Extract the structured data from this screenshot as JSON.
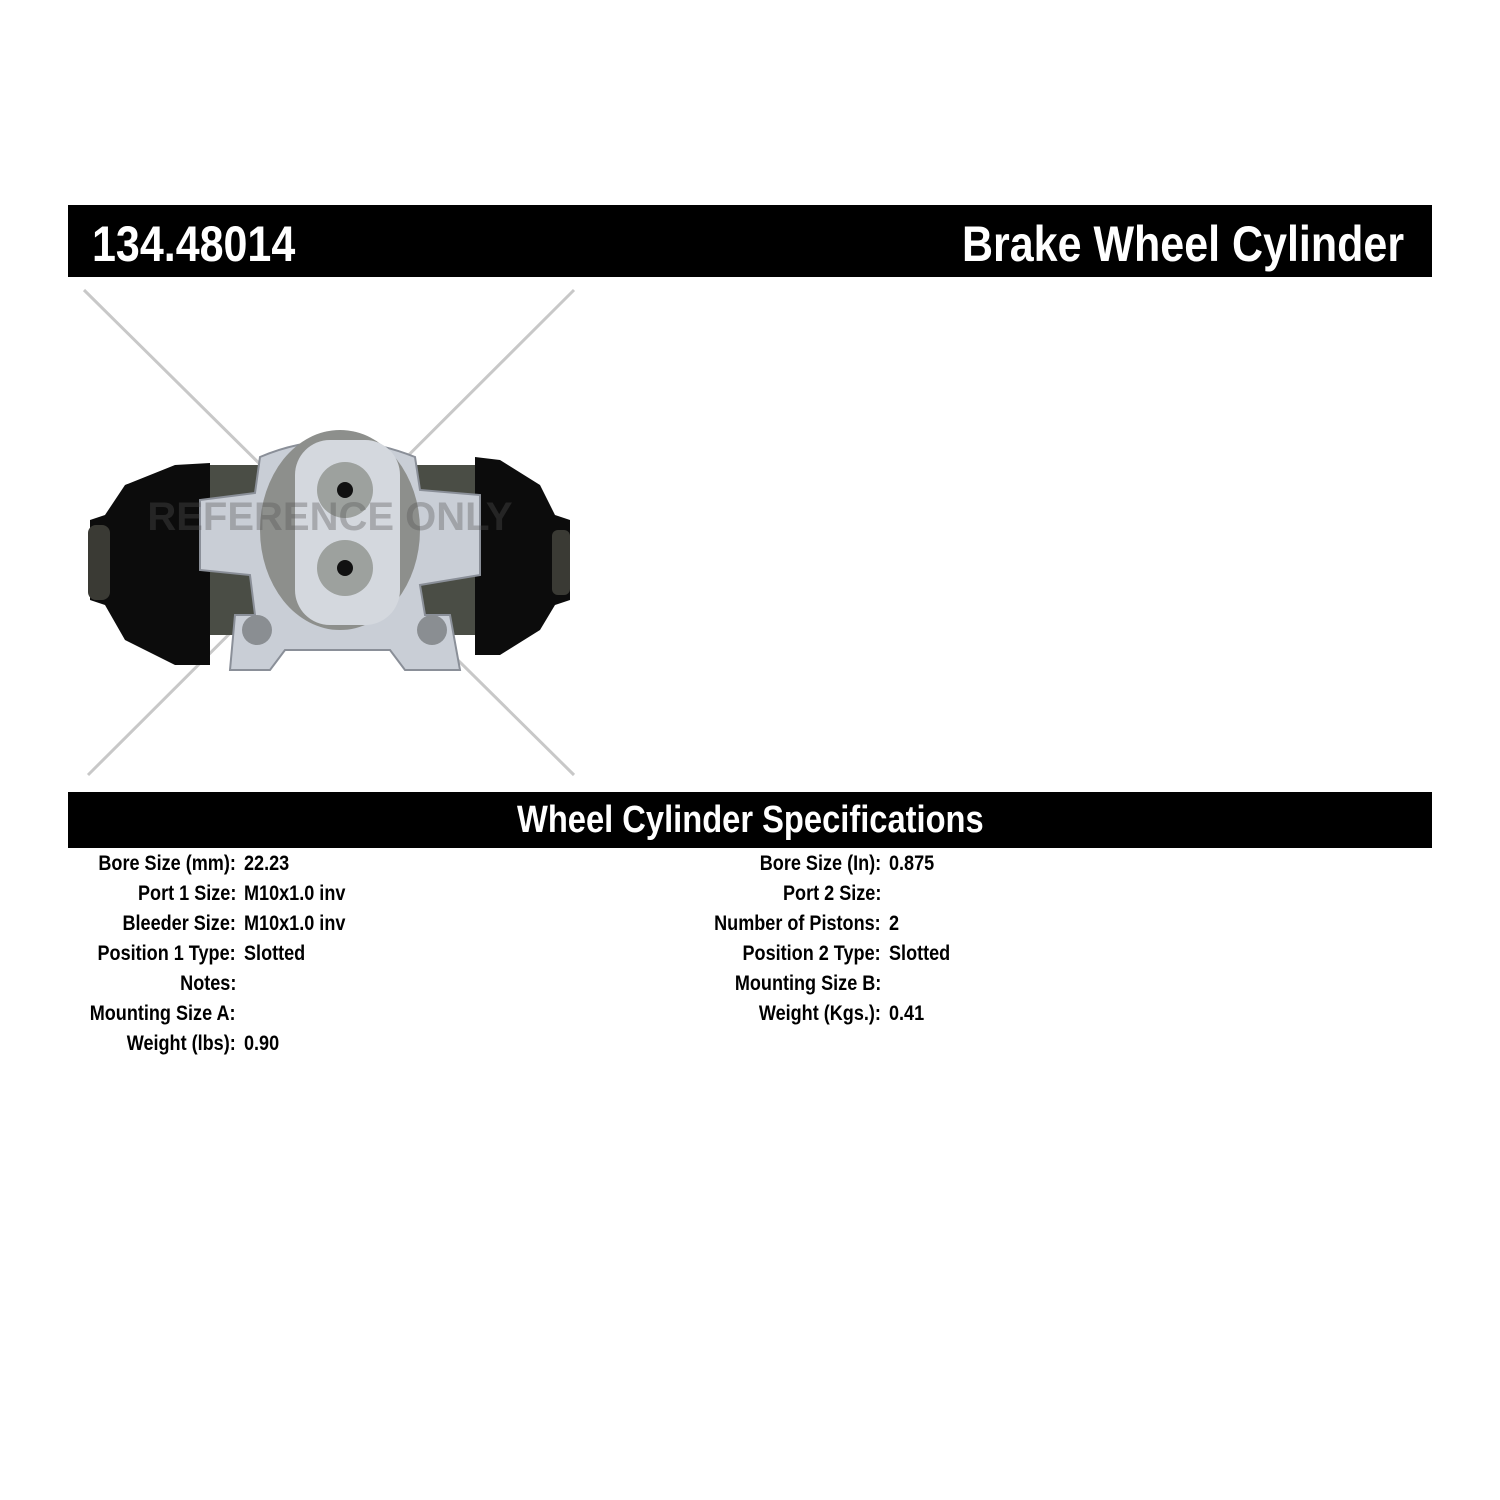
{
  "header": {
    "part_number": "134.48014",
    "title": "Brake Wheel Cylinder"
  },
  "image": {
    "watermark": "REFERENCE ONLY"
  },
  "specs": {
    "title": "Wheel Cylinder Specifications",
    "left": [
      {
        "label": "Bore Size (mm):",
        "value": "22.23"
      },
      {
        "label": "Port 1 Size:",
        "value": "M10x1.0 inv"
      },
      {
        "label": "Bleeder Size:",
        "value": "M10x1.0 inv"
      },
      {
        "label": "Position 1 Type:",
        "value": "Slotted"
      },
      {
        "label": "Notes:",
        "value": ""
      },
      {
        "label": "Mounting Size A:",
        "value": ""
      },
      {
        "label": "Weight (lbs):",
        "value": "0.90"
      }
    ],
    "right": [
      {
        "label": "Bore Size (In):",
        "value": "0.875"
      },
      {
        "label": "Port 2 Size:",
        "value": ""
      },
      {
        "label": "Number of Pistons:",
        "value": "2"
      },
      {
        "label": "Position 2 Type:",
        "value": "Slotted"
      },
      {
        "label": "Mounting Size B:",
        "value": ""
      },
      {
        "label": "Weight (Kgs.):",
        "value": "0.41"
      }
    ]
  }
}
